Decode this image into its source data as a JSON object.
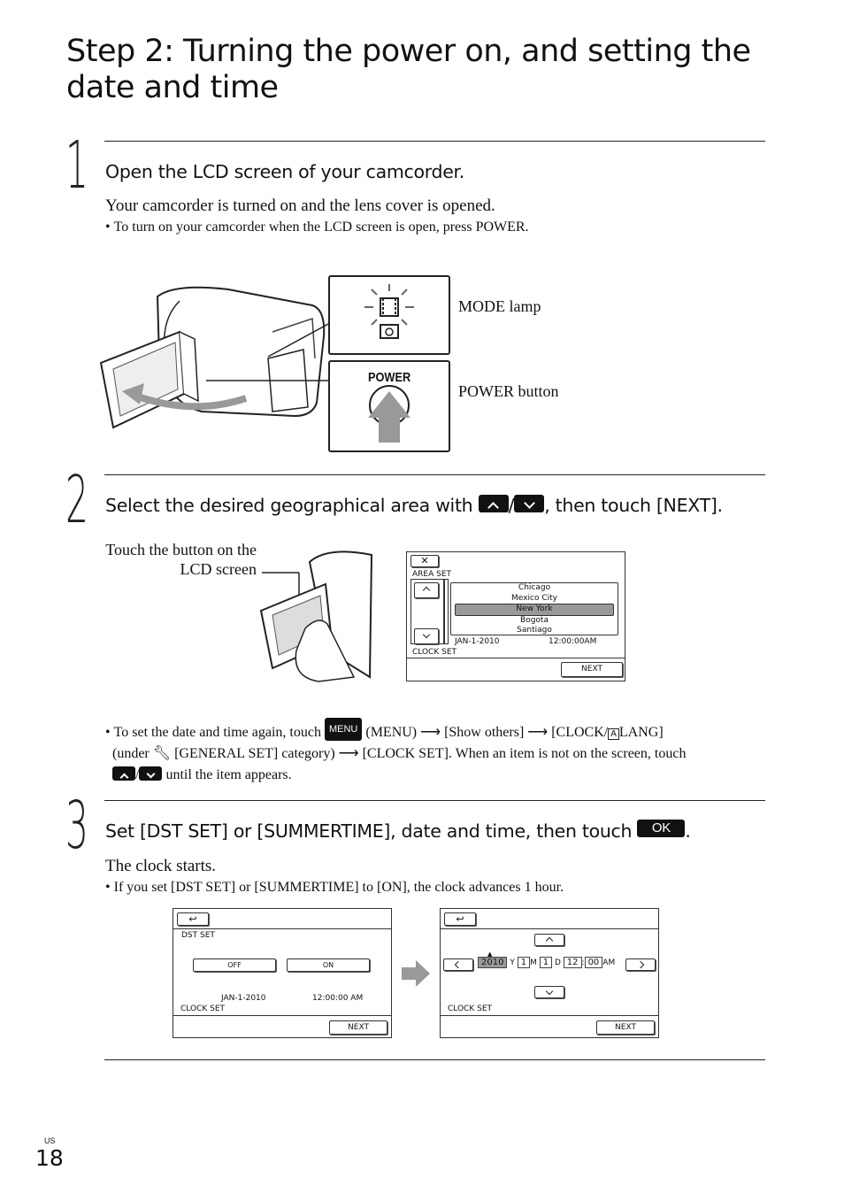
{
  "page": {
    "title": "Step 2: Turning the power on, and setting the date and time",
    "page_region": "US",
    "page_number": "18"
  },
  "step1": {
    "number": "1",
    "heading": "Open the LCD screen of your camcorder.",
    "body": "Your camcorder is turned on and the lens cover is opened.",
    "bullet": "To turn on your camcorder when the LCD screen is open, press POWER.",
    "callout_mode_lamp": "MODE lamp",
    "callout_power_button": "POWER button",
    "power_label": "POWER"
  },
  "step2": {
    "number": "2",
    "heading_pre": "Select the desired geographical area with",
    "heading_slash": "/",
    "heading_post": ", then touch [NEXT].",
    "touch_caption_line1": "Touch the button on the",
    "touch_caption_line2": "LCD screen",
    "lcd": {
      "close": "✕",
      "area_set": "AREA SET",
      "cities": [
        "Chicago",
        "Mexico City",
        "New York",
        "Bogota",
        "Santiago"
      ],
      "selected_city": "New York",
      "date": "JAN-1-2010",
      "time": "12:00:00AM",
      "clock_set": "CLOCK SET",
      "next": "NEXT"
    },
    "note": {
      "p1": "To set the date and time again, touch",
      "menu_button": "MENU",
      "p2": "(MENU)",
      "p3": "[Show others]",
      "p4": "[CLOCK/",
      "p5": "LANG]",
      "p6": "(under",
      "p7": "[GENERAL SET] category)",
      "p8": "[CLOCK SET]. When an item is not on the screen, touch",
      "p9": "until the item appears.",
      "lang_icon_letter": "A"
    }
  },
  "step3": {
    "number": "3",
    "heading_pre": "Set [DST SET] or [SUMMERTIME], date and time, then touch",
    "ok_button": "OK",
    "heading_post": ".",
    "body": "The clock starts.",
    "bullet": "If you set [DST SET] or [SUMMERTIME] to [ON], the clock advances 1 hour.",
    "lcd_dst": {
      "title": "DST SET",
      "off": "OFF",
      "on": "ON",
      "date": "JAN-1-2010",
      "time": "12:00:00 AM",
      "clock_set": "CLOCK SET",
      "next": "NEXT"
    },
    "lcd_clock": {
      "year": "2010",
      "y": "Y",
      "month": "1",
      "m": "M",
      "day": "1",
      "d": "D",
      "hour": "12",
      "colon": ":",
      "minute": "00",
      "ampm": "AM",
      "clock_set": "CLOCK SET",
      "next": "NEXT"
    }
  }
}
